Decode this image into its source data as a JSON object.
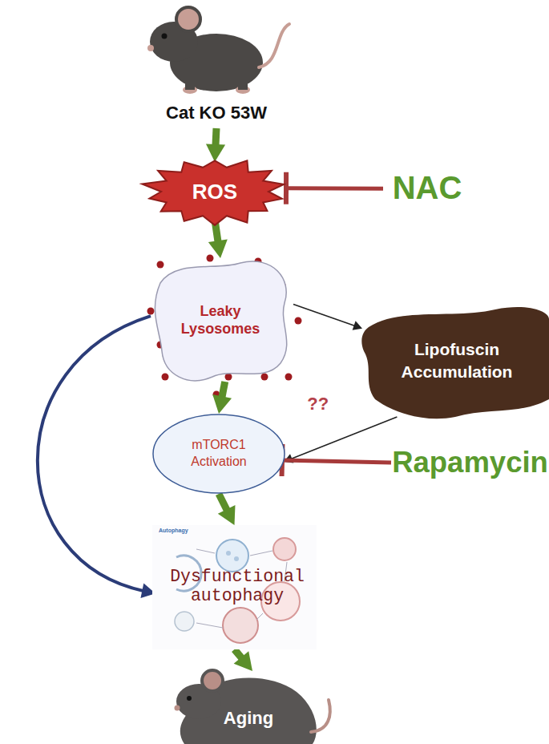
{
  "diagram": {
    "nodes": [
      {
        "text": [
          "Cat KO 53W"
        ]
      },
      {
        "text": [
          "ROS"
        ]
      },
      {
        "text": [
          "NAC"
        ]
      },
      {
        "text": [
          "Leaky Lysosomes"
        ]
      },
      {
        "text": [
          "Lipofuscin Accumulation"
        ]
      },
      {
        "text": [
          "mTORC1 Activation"
        ]
      },
      {
        "text": [
          "Rapamycin"
        ]
      },
      {
        "text": [
          "Dysfunctional autophagy"
        ]
      },
      {
        "text": [
          "Aging"
        ]
      }
    ],
    "edges": [
      {
        "from": 0,
        "to": 1,
        "arrow": "to"
      },
      {
        "from": 2,
        "to": 1,
        "arrow": "to"
      },
      {
        "from": 1,
        "to": 3,
        "arrow": "to"
      },
      {
        "from": 3,
        "to": 4,
        "arrow": "to"
      },
      {
        "from": 3,
        "to": 5,
        "arrow": "to"
      },
      {
        "from": 4,
        "to": 5,
        "label": "??",
        "arrow": "to"
      },
      {
        "from": 6,
        "to": 5,
        "arrow": "to"
      },
      {
        "from": 5,
        "to": 7,
        "arrow": "to"
      },
      {
        "from": 3,
        "to": 7,
        "arrow": "to"
      },
      {
        "from": 7,
        "to": 8,
        "arrow": "to"
      }
    ],
    "labels": [
      "Autophagy"
    ]
  }
}
